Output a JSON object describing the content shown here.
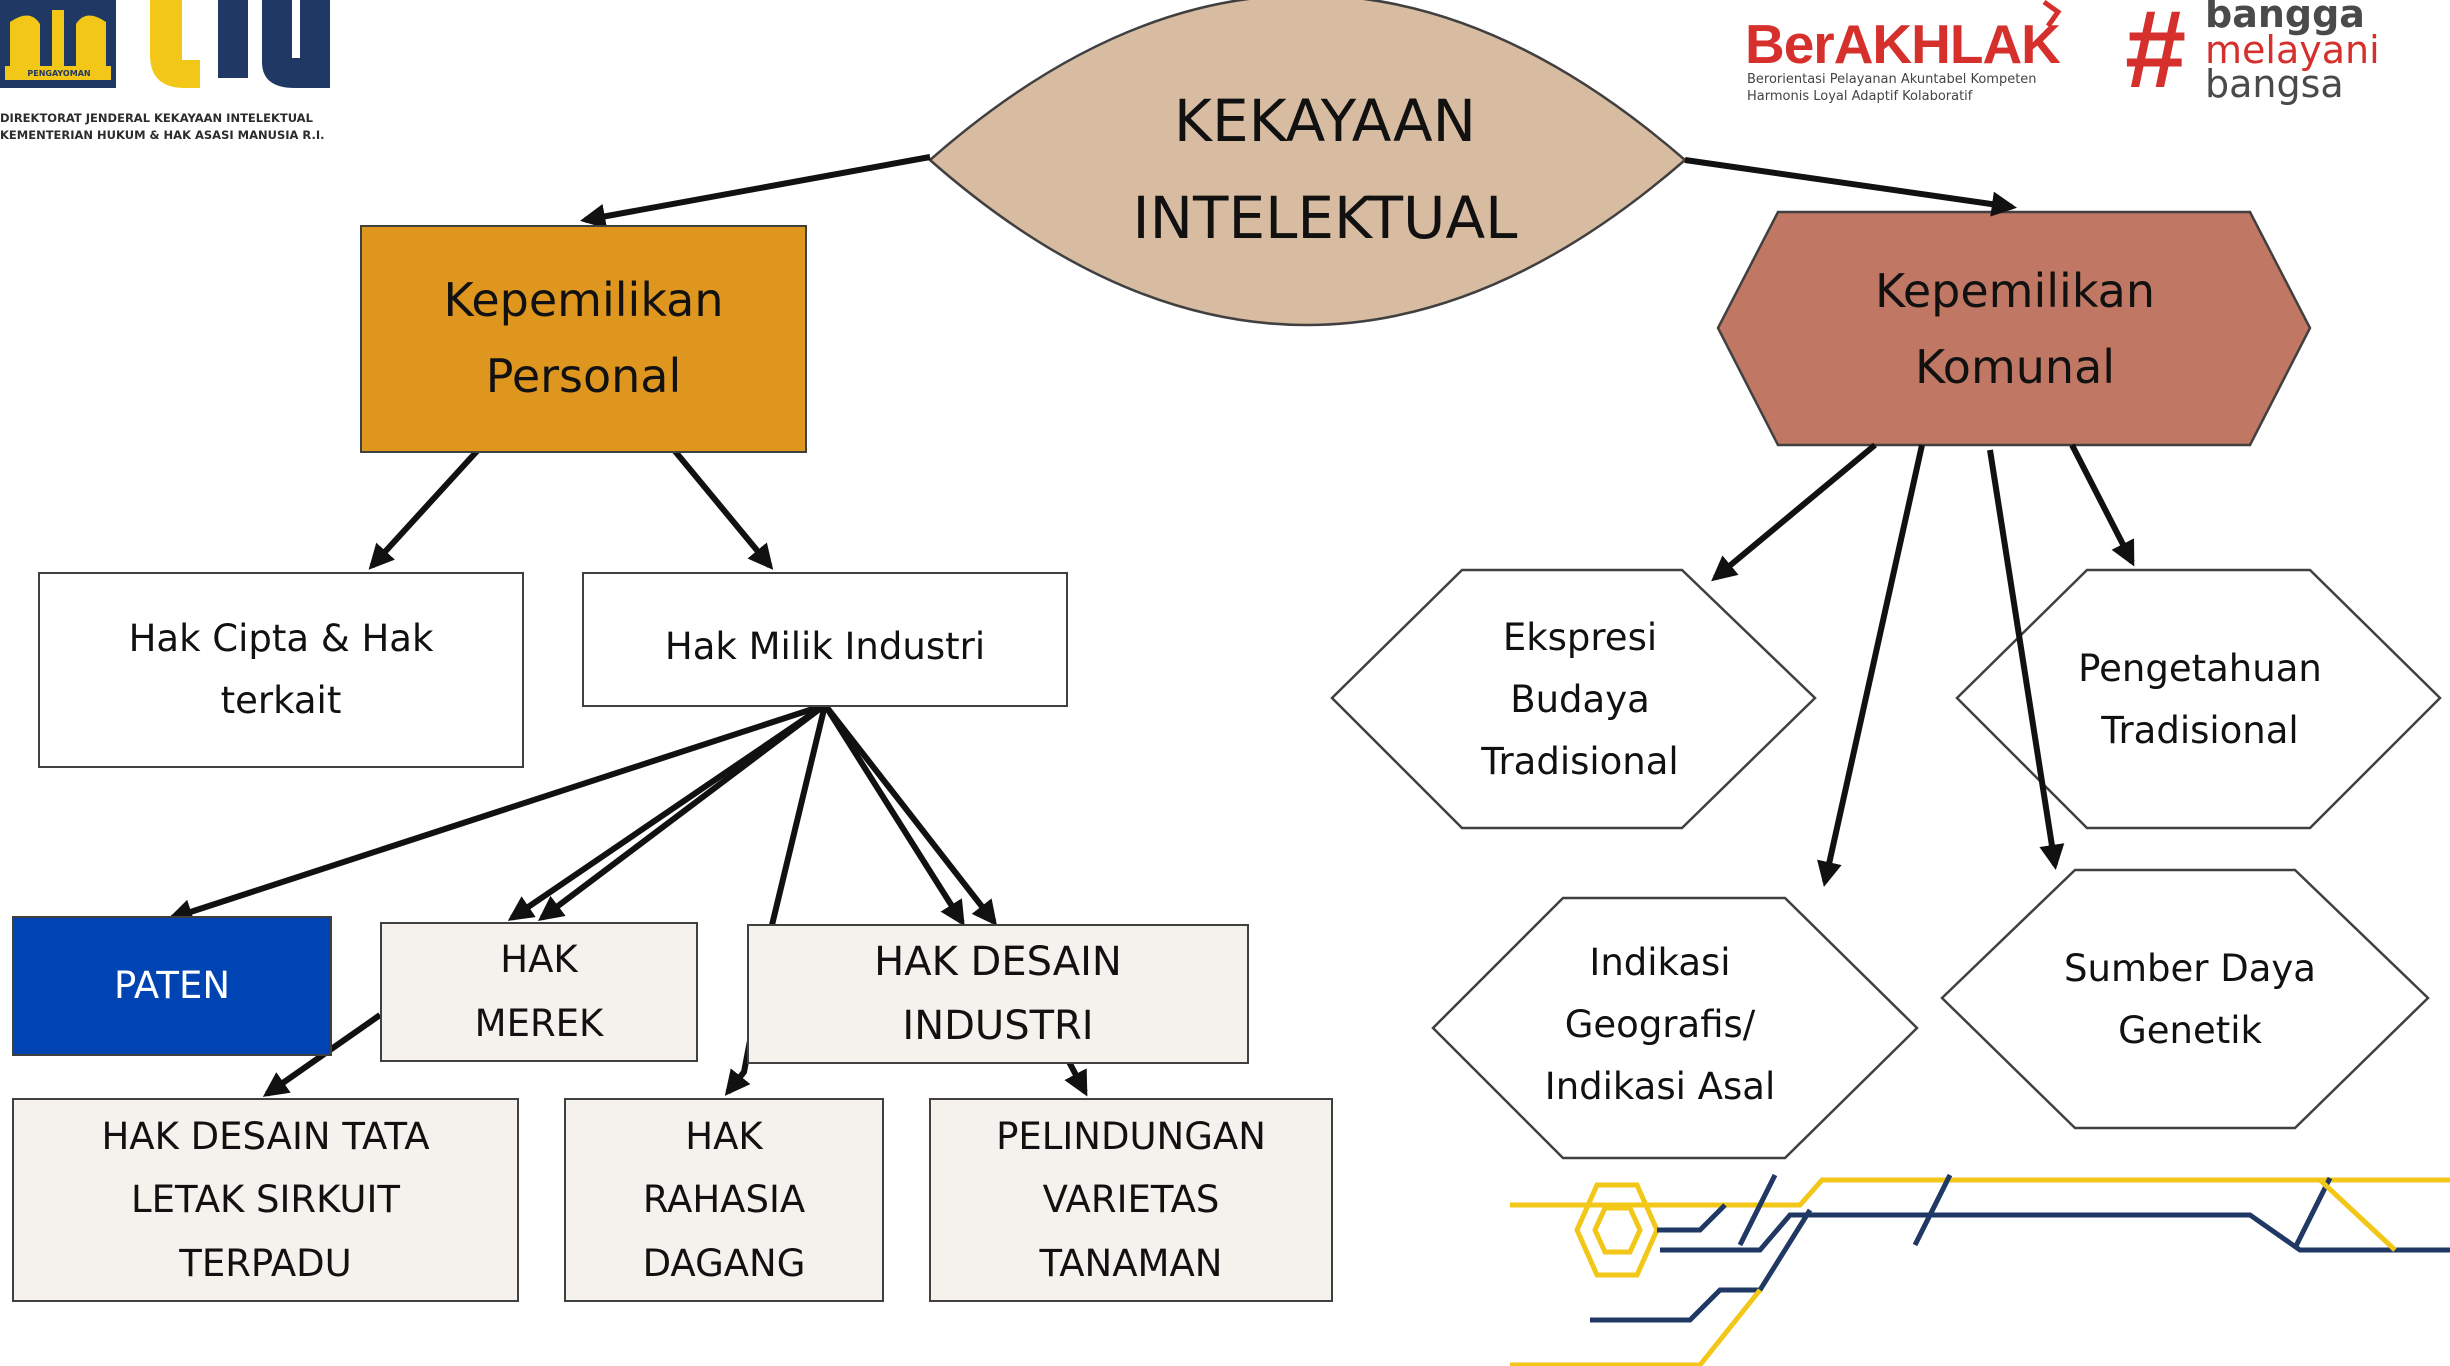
{
  "logo_left": {
    "emblem_text": "PENGAYOMAN",
    "mark": "DJKI",
    "line1": "DIREKTORAT JENDERAL KEKAYAAN INTELEKTUAL",
    "line2": "KEMENTERIAN HUKUM & HAK ASASI MANUSIA R.I."
  },
  "logo_berakhlak": {
    "title": "BerAKHLAK",
    "line1": "Berorientasi Pelayanan Akuntabel Kompeten",
    "line2": "Harmonis Loyal Adaptif Kolaboratif"
  },
  "logo_bangga": {
    "hash": "#",
    "word1": "bangga",
    "word2": "melayani",
    "word3": "bangsa"
  },
  "root": {
    "line1": "KEKAYAAN",
    "line2": "INTELEKTUAL"
  },
  "personal": {
    "line1": "Kepemilikan",
    "line2": "Personal"
  },
  "komunal": {
    "line1": "Kepemilikan",
    "line2": "Komunal"
  },
  "hak_cipta": {
    "line1": "Hak Cipta & Hak",
    "line2": "terkait"
  },
  "hak_milik_industri": {
    "label": "Hak Milik Industri"
  },
  "paten": {
    "label": "PATEN"
  },
  "merek": {
    "line1": "HAK",
    "line2": "MEREK"
  },
  "desain_industri": {
    "line1": "HAK DESAIN",
    "line2": "INDUSTRI"
  },
  "dtlst": {
    "line1": "HAK DESAIN TATA",
    "line2": "LETAK SIRKUIT",
    "line3": "TERPADU"
  },
  "rahasia": {
    "line1": "HAK",
    "line2": "RAHASIA",
    "line3": "DAGANG"
  },
  "pvt": {
    "line1": "PELINDUNGAN",
    "line2": "VARIETAS",
    "line3": "TANAMAN"
  },
  "ekspresi": {
    "line1": "Ekspresi",
    "line2": "Budaya",
    "line3": "Tradisional"
  },
  "pengetahuan": {
    "line1": "Pengetahuan",
    "line2": "Tradisional"
  },
  "indikasi": {
    "line1": "Indikasi",
    "line2": "Geografis/",
    "line3": "Indikasi Asal"
  },
  "sumber_daya": {
    "line1": "Sumber Daya",
    "line2": "Genetik"
  },
  "colors": {
    "root_fill": "#d8bca2",
    "personal_fill": "#df961e",
    "komunal_fill": "#c07763",
    "paten_fill": "#0044b4",
    "beige_fill": "#f5f1ec",
    "logo_navy": "#203864",
    "logo_yellow": "#f2c718",
    "logo_red": "#d6302d"
  }
}
